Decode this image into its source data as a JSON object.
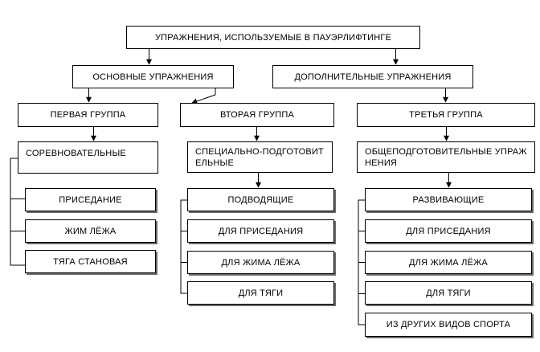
{
  "root": {
    "label": "УПРАЖНЕНИЯ, ИСПОЛЬЗУЕМЫЕ В ПАУЭРЛИФТИНГЕ"
  },
  "main": {
    "label": "ОСНОВНЫЕ УПРАЖНЕНИЯ"
  },
  "extra": {
    "label": "ДОПОЛНИТЕЛЬНЫЕ УПРАЖНЕНИЯ"
  },
  "groups": [
    {
      "label": "ПЕРВАЯ ГРУППА",
      "category": "СОРЕВНОВАТЕЛЬНЫЕ",
      "items": [
        "ПРИСЕДАНИЕ",
        "ЖИМ ЛЁЖА",
        "ТЯГА СТАНОВАЯ"
      ]
    },
    {
      "label": "ВТОРАЯ ГРУППА",
      "category": "СПЕЦИАЛЬНО-ПОДГОТОВИТЕЛЬНЫЕ",
      "subcategory": "ПОДВОДЯЩИЕ",
      "items": [
        "ДЛЯ ПРИСЕДАНИЯ",
        "ДЛЯ ЖИМА ЛЁЖА",
        "ДЛЯ ТЯГИ"
      ]
    },
    {
      "label": "ТРЕТЬЯ ГРУППА",
      "category": "ОБЩЕПОДГОТОВИТЕЛЬНЫЕ УПРАЖНЕНИЯ",
      "subcategory": "РАЗВИВАЮЩИЕ",
      "items": [
        "ДЛЯ ПРИСЕДАНИЯ",
        "ДЛЯ ЖИМА ЛЁЖА",
        "ДЛЯ ТЯГИ",
        "ИЗ ДРУГИХ ВИДОВ СПОРТА"
      ]
    }
  ]
}
